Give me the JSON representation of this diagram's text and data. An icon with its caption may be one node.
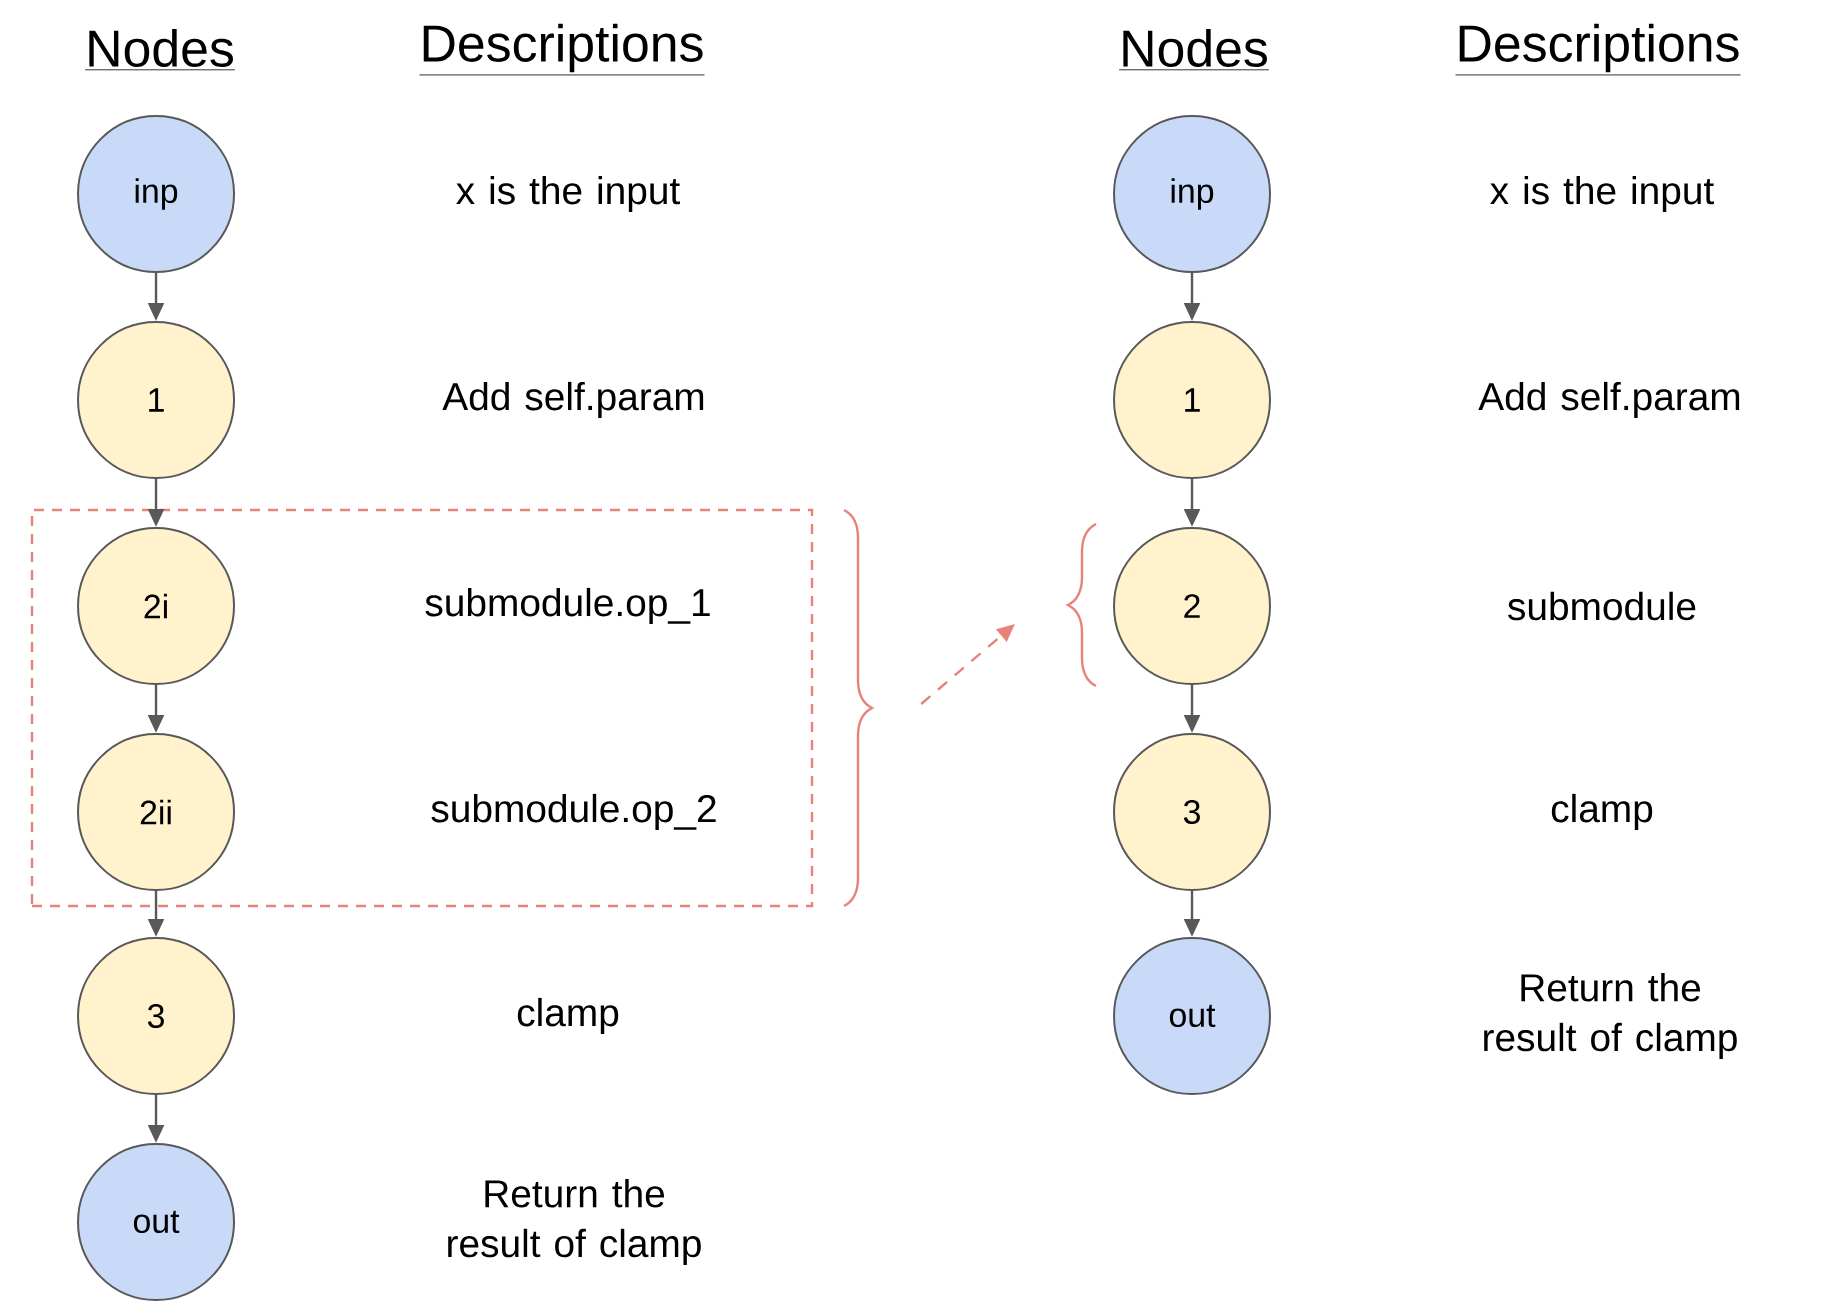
{
  "diagram": {
    "nodes": [
      {
        "text": [
          "inp"
        ]
      },
      {
        "text": [
          "1"
        ]
      },
      {
        "text": [],
        "shape": "box"
      },
      {
        "text": [
          "2i"
        ],
        "in": 2
      },
      {
        "text": [
          "2ii"
        ],
        "in": 2
      },
      {
        "text": [
          "3"
        ]
      },
      {
        "text": [
          "out"
        ]
      },
      {
        "text": [
          "inp"
        ]
      },
      {
        "text": [
          "1"
        ]
      },
      {
        "text": [
          "2"
        ]
      },
      {
        "text": [
          "3"
        ]
      },
      {
        "text": [
          "out"
        ]
      }
    ],
    "edges": [
      {
        "from": 0,
        "to": 1,
        "arrow": "to"
      },
      {
        "from": 1,
        "to": 3,
        "arrow": "to"
      },
      {
        "from": 3,
        "to": 4,
        "arrow": "to"
      },
      {
        "from": 4,
        "to": 5,
        "arrow": "to"
      },
      {
        "from": 5,
        "to": 6,
        "arrow": "to"
      },
      {
        "from": 7,
        "to": 8,
        "arrow": "to"
      },
      {
        "from": 8,
        "to": 9,
        "arrow": "to"
      },
      {
        "from": 9,
        "to": 10,
        "arrow": "to"
      },
      {
        "from": 10,
        "to": 11,
        "arrow": "to"
      },
      {
        "from": 2,
        "to": 9,
        "arrow": "to",
        "style": "dashed",
        "color": "#e6827a"
      }
    ],
    "labels": [
      "Nodes",
      "Descriptions",
      "Nodes",
      "Descriptions",
      "x is the input",
      "x is the input",
      "Add self.param",
      "Add self.param",
      "submodule.op_1",
      "submodule",
      "submodule.op_2",
      "clamp",
      "clamp",
      "Return the result of clamp",
      "Return the result of clamp"
    ]
  }
}
